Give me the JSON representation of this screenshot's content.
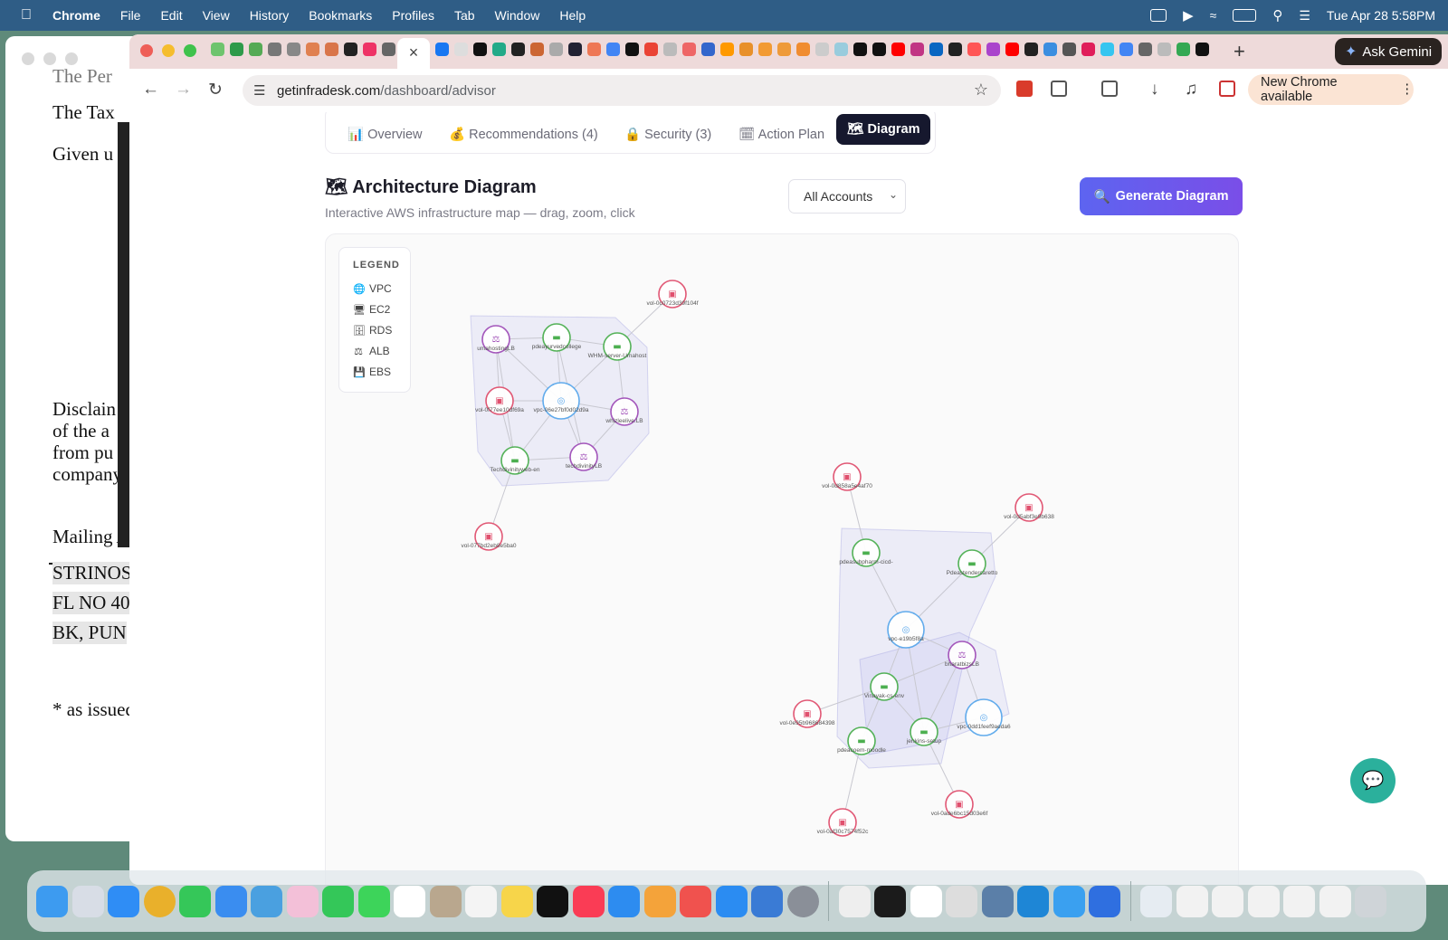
{
  "menubar": {
    "app": "Chrome",
    "items": [
      "File",
      "Edit",
      "View",
      "History",
      "Bookmarks",
      "Profiles",
      "Tab",
      "Window",
      "Help"
    ],
    "datetime": "Tue Apr 28  5:58PM"
  },
  "background_doc": {
    "lines": [
      "The Per",
      "The Tax",
      "Given u",
      "Disclain",
      "of the a",
      "from pu",
      "company",
      "Mailing A",
      "STRINOS",
      "FL NO 40",
      "BK, PUN",
      "* as issued"
    ]
  },
  "browser": {
    "url_domain": "getinfradesk.com",
    "url_path": "/dashboard/advisor",
    "ask_gemini": "Ask Gemini",
    "new_chrome": "New Chrome available",
    "new_tab": "+",
    "close_tab": "×"
  },
  "page": {
    "tabs": [
      {
        "icon": "📊",
        "label": "Overview"
      },
      {
        "icon": "💰",
        "label": "Recommendations (4)"
      },
      {
        "icon": "🔒",
        "label": "Security (3)"
      },
      {
        "icon": "🗓",
        "label": "Action Plan"
      },
      {
        "icon": "🗺",
        "label": "Diagram"
      }
    ],
    "heading_icon": "🗺",
    "heading": "Architecture Diagram",
    "subtitle": "Interactive AWS infrastructure map — drag, zoom, click",
    "account_select": "All Accounts",
    "generate_button": "Generate Diagram",
    "generate_icon": "🔍"
  },
  "legend": {
    "title": "LEGEND",
    "items": [
      {
        "label": "VPC",
        "icon": "🌐",
        "color": "#4ea3e8"
      },
      {
        "label": "EC2",
        "icon": "🖥",
        "color": "#3fa34d"
      },
      {
        "label": "RDS",
        "icon": "🗄",
        "color": "#555555"
      },
      {
        "label": "ALB",
        "icon": "⚖",
        "color": "#9b4db0"
      },
      {
        "label": "EBS",
        "icon": "💾",
        "color": "#d94a6a"
      }
    ]
  },
  "colors": {
    "VPC": "#5aa8ec",
    "EC2": "#4caf50",
    "ALB": "#a04fb8",
    "EBS": "#e0506e",
    "accent": "#6a5af0"
  },
  "diagram": {
    "nodes": [
      {
        "id": "a1",
        "type": "ALB",
        "label": "umahostingLB"
      },
      {
        "id": "a2",
        "type": "EC2",
        "label": "pdeayurvedcollege"
      },
      {
        "id": "a3",
        "type": "EC2",
        "label": "WHM-server-Umahost"
      },
      {
        "id": "a4",
        "type": "EBS",
        "label": "vol-0f77ee10df69a"
      },
      {
        "id": "a5",
        "type": "VPC",
        "label": "vpc-06e27bf0d02d9a"
      },
      {
        "id": "a6",
        "type": "ALB",
        "label": "whizleelive.LB"
      },
      {
        "id": "a7",
        "type": "EC2",
        "label": "Techdivinityweb-en"
      },
      {
        "id": "a8",
        "type": "ALB",
        "label": "techdivinityLB"
      },
      {
        "id": "a9",
        "type": "EBS",
        "label": "vol-0c0723d39f104f"
      },
      {
        "id": "a10",
        "type": "EBS",
        "label": "vol-077bd2eb8e5ba0"
      },
      {
        "id": "b1",
        "type": "EBS",
        "label": "vol-0d858a5e4af70"
      },
      {
        "id": "b2",
        "type": "EBS",
        "label": "vol-0d5abf3e9b638"
      },
      {
        "id": "b3",
        "type": "EC2",
        "label": "pdeasubpharm-cicd-"
      },
      {
        "id": "b4",
        "type": "EC2",
        "label": "Pdeastendercaretto"
      },
      {
        "id": "b5",
        "type": "VPC",
        "label": "vpc-e19b5f8a"
      },
      {
        "id": "b6",
        "type": "ALB",
        "label": "bharatbizsLB"
      },
      {
        "id": "b7",
        "type": "EC2",
        "label": "Vinayak-cs-env"
      },
      {
        "id": "b8",
        "type": "EBS",
        "label": "vol-0e95b968684398"
      },
      {
        "id": "b9",
        "type": "EC2",
        "label": "jenkins-setup"
      },
      {
        "id": "b10",
        "type": "VPC",
        "label": "vpc-0dd1feef9aeda6"
      },
      {
        "id": "b11",
        "type": "EC2",
        "label": "pdeacoem-moodle"
      },
      {
        "id": "b12",
        "type": "EBS",
        "label": "vol-0ade6bc15d03e6f"
      },
      {
        "id": "b13",
        "type": "EBS",
        "label": "vol-0af30c7574f52c"
      }
    ],
    "edges": [
      [
        "a5",
        "a1"
      ],
      [
        "a5",
        "a2"
      ],
      [
        "a5",
        "a3"
      ],
      [
        "a5",
        "a4"
      ],
      [
        "a5",
        "a6"
      ],
      [
        "a5",
        "a7"
      ],
      [
        "a5",
        "a8"
      ],
      [
        "a1",
        "a2"
      ],
      [
        "a2",
        "a3"
      ],
      [
        "a1",
        "a4"
      ],
      [
        "a4",
        "a7"
      ],
      [
        "a7",
        "a8"
      ],
      [
        "a8",
        "a6"
      ],
      [
        "a3",
        "a6"
      ],
      [
        "a1",
        "a7"
      ],
      [
        "a2",
        "a8"
      ],
      [
        "a3",
        "a9"
      ],
      [
        "a7",
        "a10"
      ],
      [
        "b5",
        "b3"
      ],
      [
        "b5",
        "b4"
      ],
      [
        "b5",
        "b6"
      ],
      [
        "b5",
        "b7"
      ],
      [
        "b5",
        "b9"
      ],
      [
        "b6",
        "b9"
      ],
      [
        "b6",
        "b10"
      ],
      [
        "b7",
        "b9"
      ],
      [
        "b7",
        "b11"
      ],
      [
        "b3",
        "b1"
      ],
      [
        "b4",
        "b2"
      ],
      [
        "b7",
        "b8"
      ],
      [
        "b9",
        "b12"
      ],
      [
        "b11",
        "b13"
      ],
      [
        "b10",
        "b9"
      ],
      [
        "b7",
        "b6"
      ]
    ]
  },
  "chat_widget": "💬"
}
